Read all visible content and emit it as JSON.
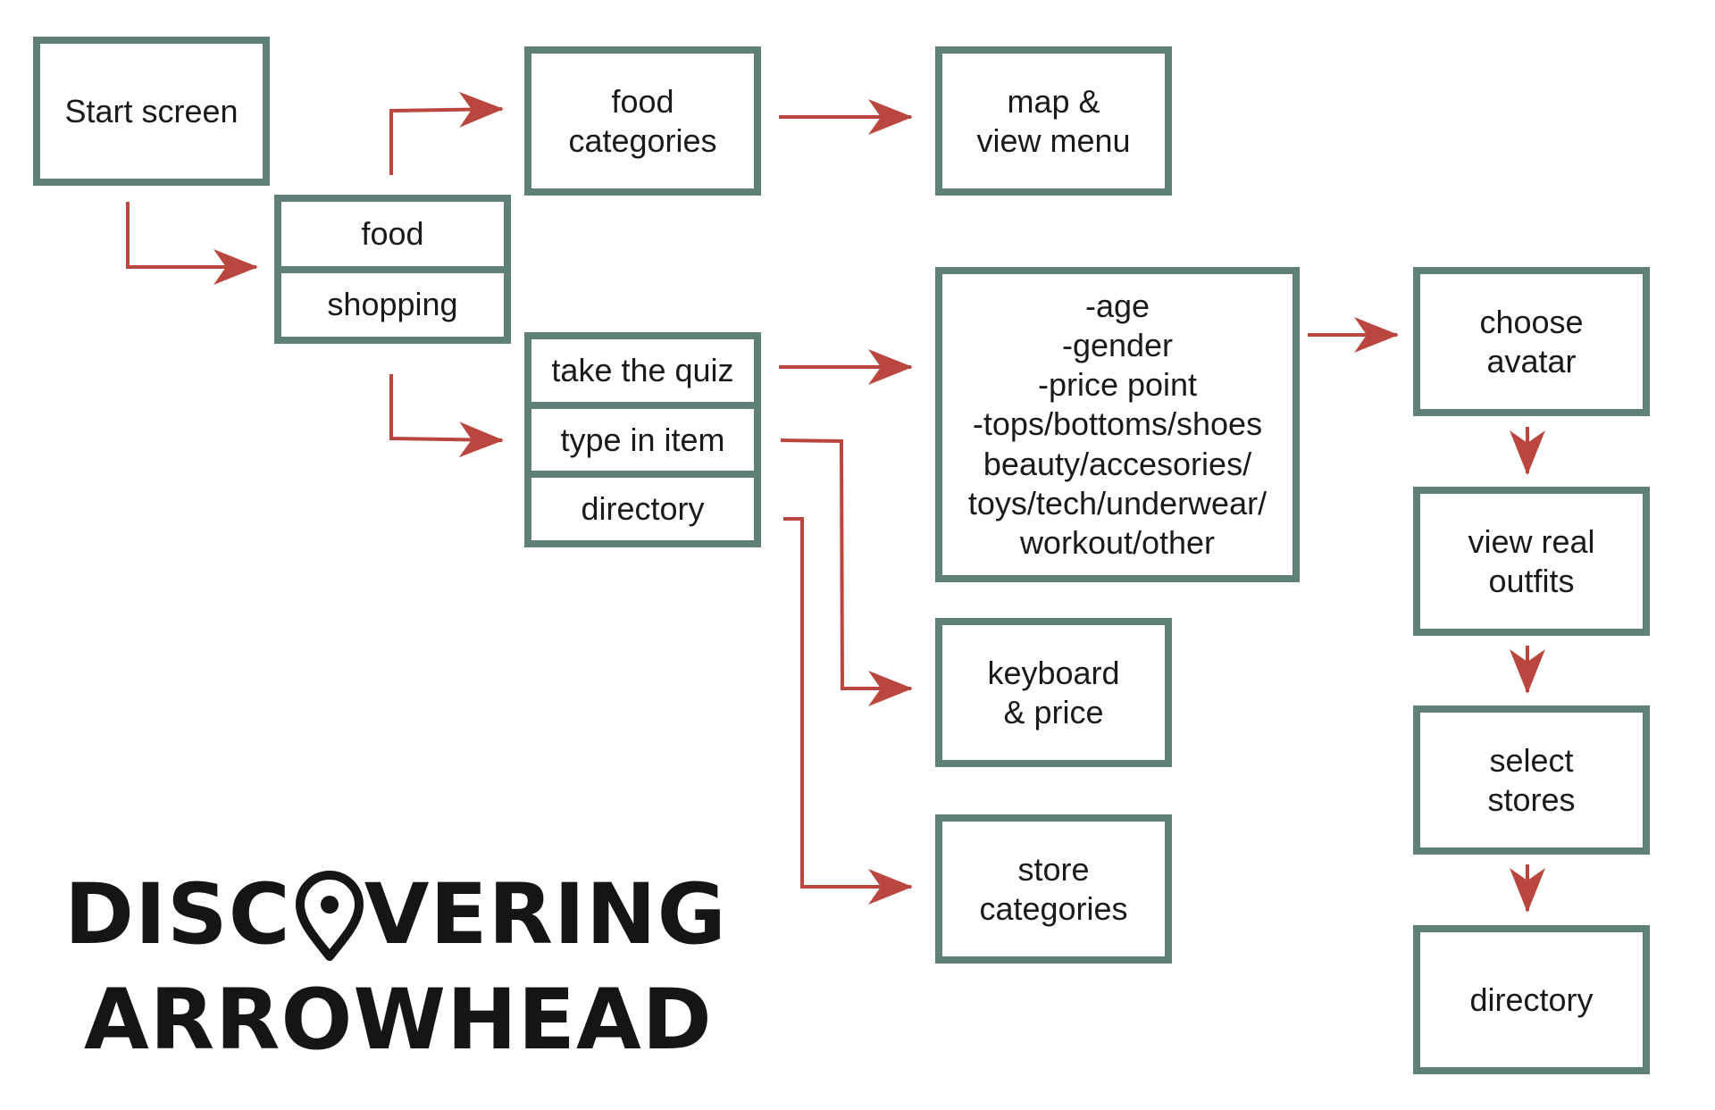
{
  "diagram": {
    "nodes": {
      "start_screen": "Start screen",
      "food_categories": "food\ncategories",
      "map_view_menu": "map &\nview menu",
      "food": "food",
      "shopping": "shopping",
      "take_quiz": "take the quiz",
      "type_in_item": "type in item",
      "directory_option": "directory",
      "quiz_criteria": "-age\n-gender\n-price point\n-tops/bottoms/shoes\nbeauty/accesories/\ntoys/tech/underwear/\nworkout/other",
      "choose_avatar": "choose\navatar",
      "view_real_outfits": "view real\noutfits",
      "select_stores": "select\nstores",
      "directory_final": "directory",
      "keyboard_price": "keyboard\n& price",
      "store_categories": "store\ncategories"
    },
    "colors": {
      "box_border": "#5e8079",
      "arrow": "#b9473f",
      "text": "#1a1a1a"
    }
  },
  "logo": {
    "line1_start": "DISC",
    "line1_icon": "map-pin-icon",
    "line1_end": "VERING",
    "line2": "ARROWHEAD"
  }
}
